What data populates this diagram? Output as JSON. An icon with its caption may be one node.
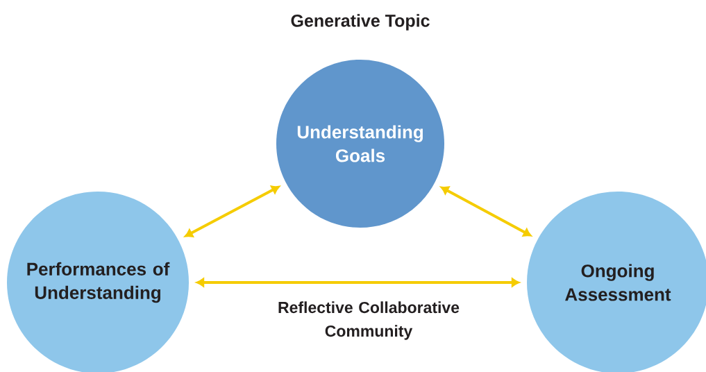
{
  "diagram": {
    "title": "Generative Topic",
    "nodes": [
      {
        "text": [
          "Understanding Goals"
        ]
      },
      {
        "text": [
          "Performances of Understanding"
        ]
      },
      {
        "text": [
          "Ongoing Assessment"
        ]
      }
    ],
    "edges": [
      {
        "from": 0,
        "to": 1,
        "arrow": "both"
      },
      {
        "from": 0,
        "to": 2,
        "arrow": "both"
      },
      {
        "from": 1,
        "to": 2,
        "arrow": "both"
      }
    ],
    "labels": [
      "Reflective Collaborative Community"
    ]
  }
}
